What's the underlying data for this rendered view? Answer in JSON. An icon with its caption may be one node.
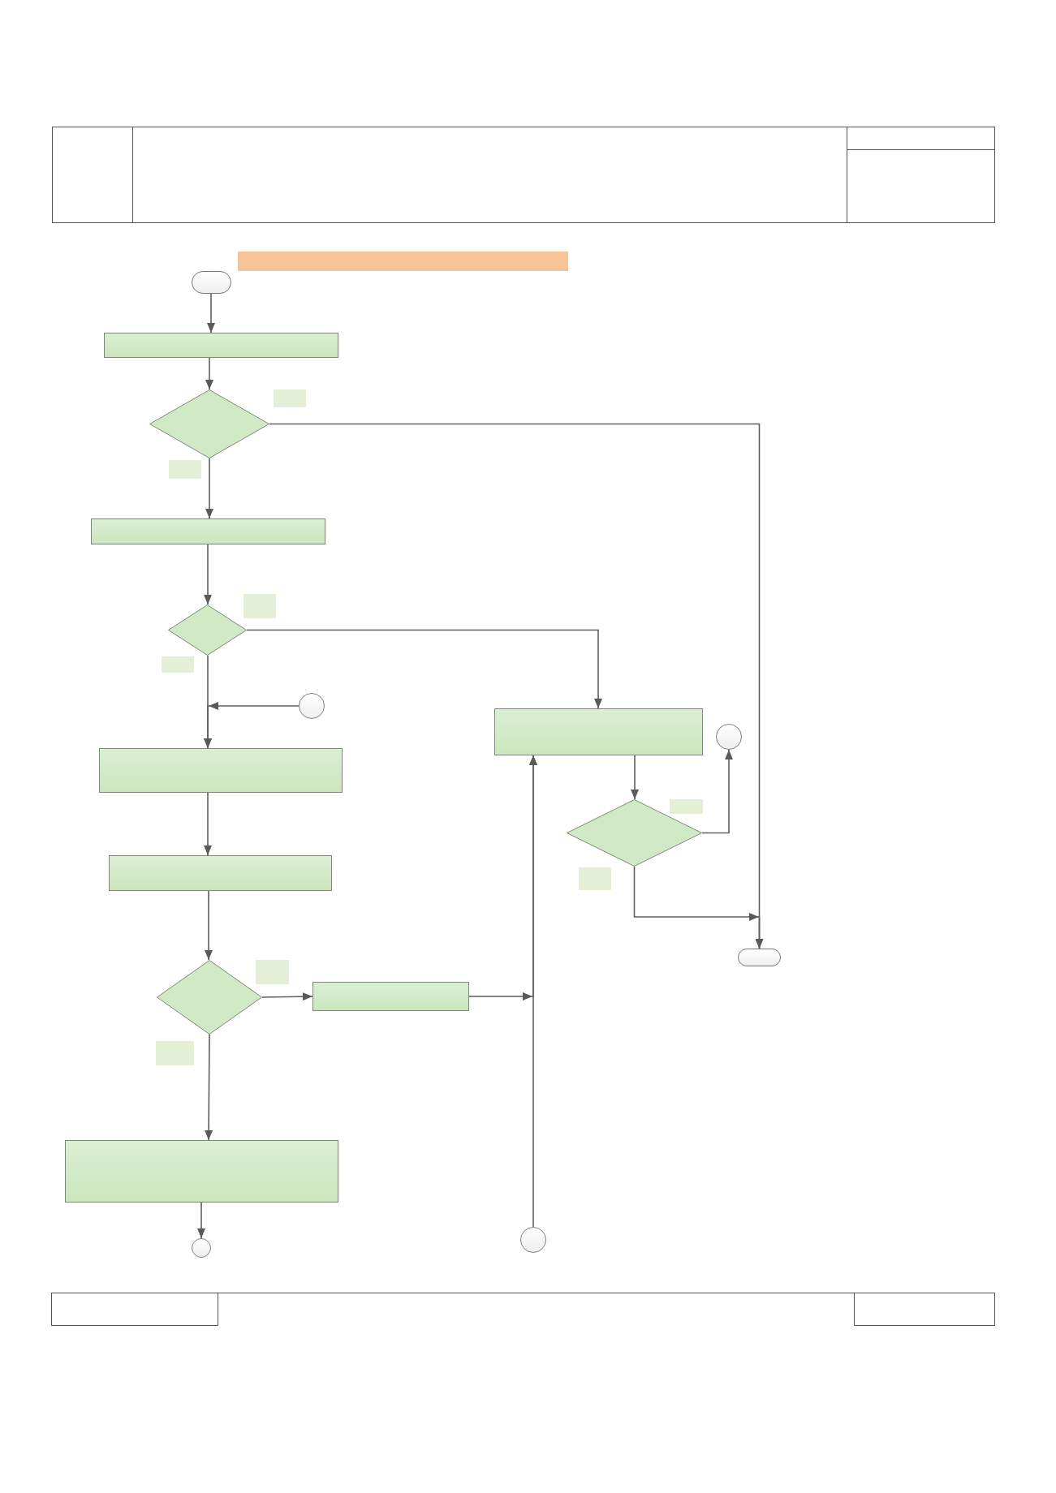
{
  "diagram": {
    "nodes": [
      {
        "text": [],
        "shape": "bar"
      },
      {
        "text": [],
        "shape": "pill"
      },
      {
        "text": [],
        "shape": "box"
      },
      {
        "text": [],
        "shape": "diamond"
      },
      {
        "text": [],
        "shape": "box"
      },
      {
        "text": [],
        "shape": "diamond"
      },
      {
        "text": [],
        "shape": "circle"
      },
      {
        "text": [],
        "shape": "box"
      },
      {
        "text": [],
        "shape": "circle"
      },
      {
        "text": [],
        "shape": "box"
      },
      {
        "text": [],
        "shape": "diamond"
      },
      {
        "text": [],
        "shape": "box"
      },
      {
        "text": [],
        "shape": "pill"
      },
      {
        "text": [],
        "shape": "diamond"
      },
      {
        "text": [],
        "shape": "box"
      },
      {
        "text": [],
        "shape": "box"
      },
      {
        "text": [],
        "shape": "circle"
      },
      {
        "text": [],
        "shape": "circle"
      }
    ],
    "edges": [
      {
        "from": 1,
        "to": 2,
        "arrow": "to"
      },
      {
        "from": 2,
        "to": 3,
        "arrow": "to"
      },
      {
        "from": 3,
        "to": 4,
        "arrow": "to"
      },
      {
        "from": 3,
        "to": 12,
        "arrow": "to"
      },
      {
        "from": 4,
        "to": 5,
        "arrow": "to"
      },
      {
        "from": 5,
        "to": 7,
        "arrow": "to"
      },
      {
        "from": 5,
        "to": 9,
        "arrow": "to"
      },
      {
        "from": 6,
        "to": 9,
        "arrow": "to"
      },
      {
        "from": 7,
        "to": 10,
        "arrow": "to"
      },
      {
        "from": 10,
        "to": 8,
        "arrow": "to"
      },
      {
        "from": 10,
        "to": 12,
        "arrow": "to"
      },
      {
        "from": 9,
        "to": 11,
        "arrow": "to"
      },
      {
        "from": 11,
        "to": 13,
        "arrow": "to"
      },
      {
        "from": 13,
        "to": 14,
        "arrow": "to"
      },
      {
        "from": 14,
        "to": 7,
        "arrow": "to"
      },
      {
        "from": 13,
        "to": 15,
        "arrow": "to"
      },
      {
        "from": 15,
        "to": 16,
        "arrow": "to"
      },
      {
        "from": 17,
        "to": 7,
        "arrow": "to"
      }
    ]
  }
}
